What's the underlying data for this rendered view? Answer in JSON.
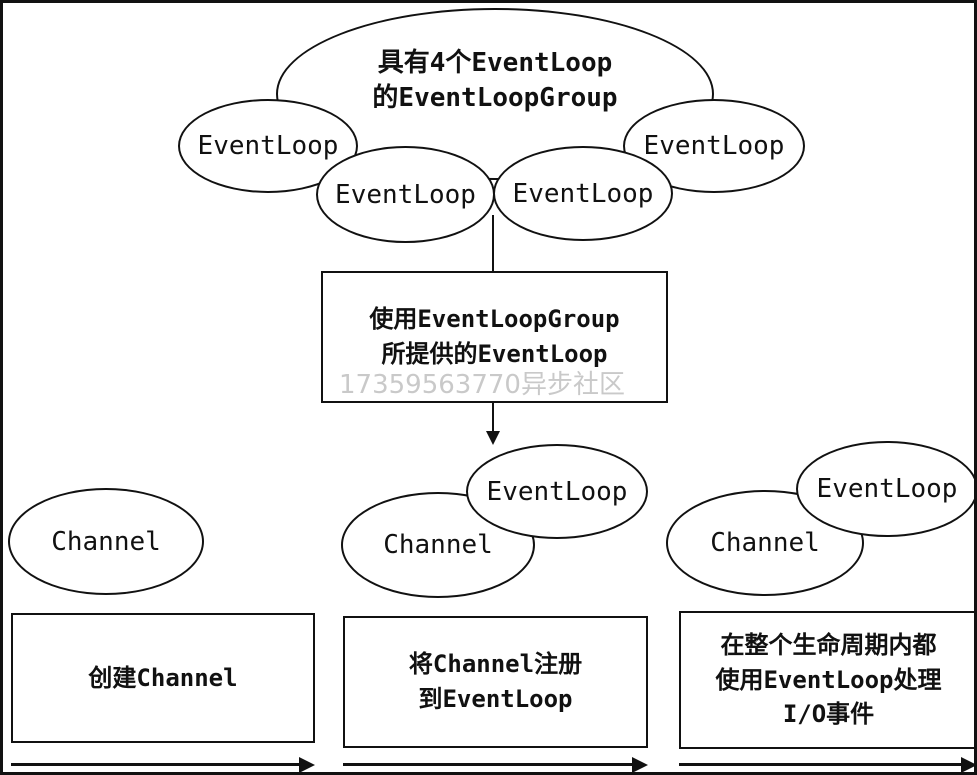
{
  "diagram": {
    "top_group": {
      "label_line1": "具有4个EventLoop",
      "label_line2": "的EventLoopGroup",
      "event_loops": [
        "EventLoop",
        "EventLoop",
        "EventLoop",
        "EventLoop"
      ]
    },
    "middle_box": {
      "line1": "使用EventLoopGroup",
      "line2": "所提供的EventLoop",
      "watermark": "17359563770异步社区"
    },
    "bottom": {
      "col1": {
        "channel": "Channel",
        "box_line1": "创建Channel"
      },
      "col2": {
        "channel": "Channel",
        "event_loop": "EventLoop",
        "box_line1": "将Channel注册",
        "box_line2": "到EventLoop"
      },
      "col3": {
        "channel": "Channel",
        "event_loop": "EventLoop",
        "box_line1": "在整个生命周期内都",
        "box_line2": "使用EventLoop处理",
        "box_line3": "I/O事件"
      }
    }
  }
}
